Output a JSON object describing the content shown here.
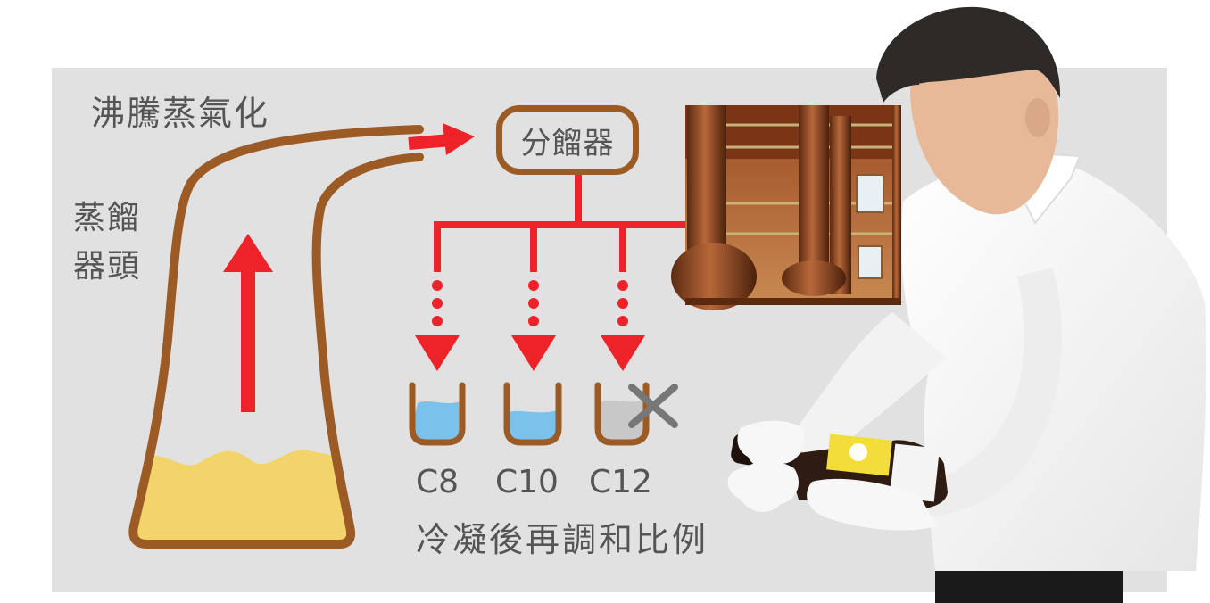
{
  "diagram": {
    "boiling_label": "沸騰蒸氣化",
    "still_head_label": "蒸餾器頭",
    "fractionator_label": "分餾器",
    "fractions": [
      {
        "name": "C8",
        "kept": true
      },
      {
        "name": "C10",
        "kept": true
      },
      {
        "name": "C12",
        "kept": false
      }
    ],
    "caption": "冷凝後再調和比例",
    "colors": {
      "arrow": "#ee2229",
      "copper": "#9c5a25",
      "liquid": "#f2d46b",
      "kept_fraction": "#7ac1ec",
      "discarded_fraction": "#c8c8c8",
      "reject_mark": "#777777"
    }
  },
  "photos": [
    {
      "subject": "copper-pot-stills-distillery"
    },
    {
      "subject": "man-pouring-bottle-white-gloves"
    }
  ]
}
